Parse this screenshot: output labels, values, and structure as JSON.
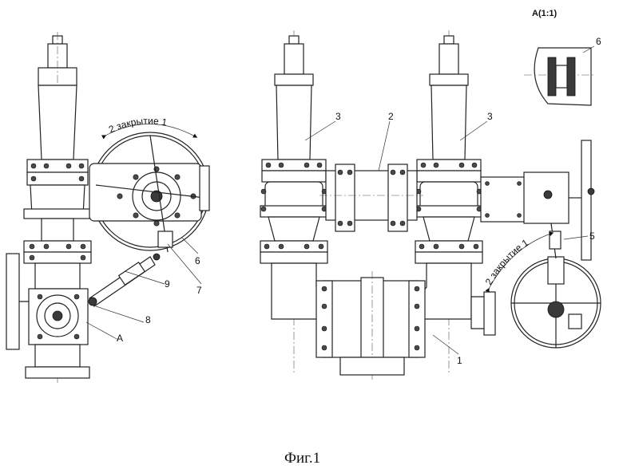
{
  "figure": {
    "caption": "Фиг.1",
    "detail_view_title": "А(1:1)",
    "section_label": "А",
    "rotation_labels": [
      "2 закрытие 1",
      "2 закрытие 1"
    ],
    "callouts": {
      "c1": "1",
      "c2": "2",
      "c3a": "3",
      "c3b": "3",
      "c5": "5",
      "c6": "6",
      "c6_detail": "6",
      "c7": "7",
      "c8": "8",
      "c9": "9"
    }
  }
}
